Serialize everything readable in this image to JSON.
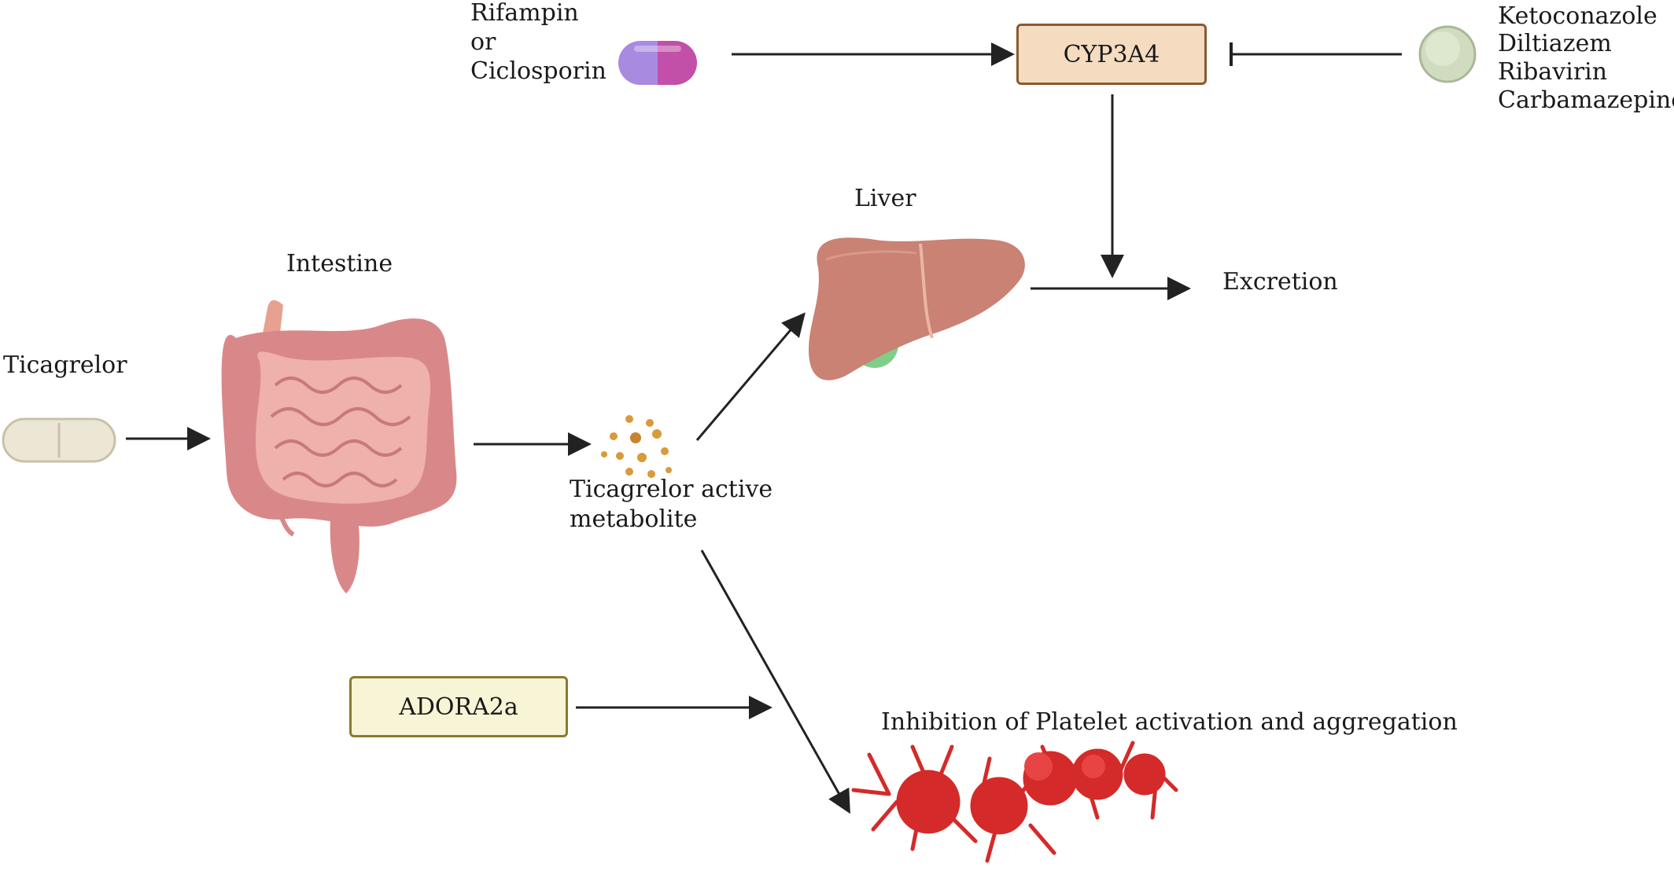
{
  "labels": {
    "inducers": [
      "Rifampin",
      "or",
      "Ciclosporin"
    ],
    "enzyme": "CYP3A4",
    "inhibitors": [
      "Ketoconazole",
      "Diltiazem",
      "Ribavirin",
      "Carbamazepine"
    ],
    "liver": "Liver",
    "intestine": "Intestine",
    "excretion": "Excretion",
    "drug": "Ticagrelor",
    "metabolite": [
      "Ticagrelor active",
      "metabolite"
    ],
    "receptor": "ADORA2a",
    "effect": "Inhibition of Platelet activation and aggregation"
  },
  "colors": {
    "enzyme_box_fill": "#f5dcc0",
    "enzyme_box_border": "#8a5a30",
    "receptor_box_fill": "#f8f4d6",
    "receptor_box_border": "#8a7a30",
    "liver": "#c98273",
    "intestine": "#e8a8a2",
    "platelet": "#d42a2a",
    "capsule_left": "#a88ae0",
    "capsule_right": "#c24fa8",
    "inhibitor_pill": "#cfdcbf",
    "ticagrelor_pill": "#ece6d4",
    "metabolite_dots": "#d99a3a",
    "gallbladder": "#7fcf8a"
  },
  "icons": [
    "capsule-icon",
    "round-tablet-icon",
    "tablet-icon",
    "liver-icon",
    "intestine-icon",
    "particles-icon",
    "platelet-icon"
  ]
}
